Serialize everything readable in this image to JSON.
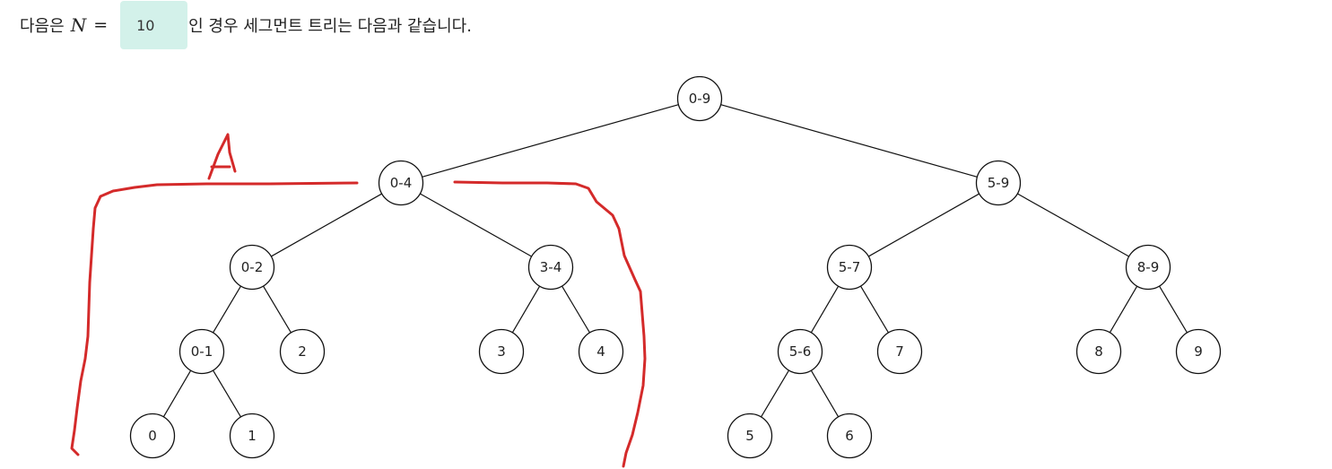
{
  "intro": {
    "before": "다음은",
    "var": "N",
    "eq": "=",
    "n_value": "10",
    "after": "인 경우 세그먼트 트리는 다음과 같습니다."
  },
  "annotation": {
    "letter": "A",
    "stroke_color": "#d42a2a"
  },
  "tree": {
    "nodes": [
      {
        "id": "0-9",
        "label": "0-9"
      },
      {
        "id": "0-4",
        "label": "0-4"
      },
      {
        "id": "5-9",
        "label": "5-9"
      },
      {
        "id": "0-2",
        "label": "0-2"
      },
      {
        "id": "3-4",
        "label": "3-4"
      },
      {
        "id": "5-7",
        "label": "5-7"
      },
      {
        "id": "8-9",
        "label": "8-9"
      },
      {
        "id": "0-1",
        "label": "0-1"
      },
      {
        "id": "2",
        "label": "2"
      },
      {
        "id": "3",
        "label": "3"
      },
      {
        "id": "4",
        "label": "4"
      },
      {
        "id": "5-6",
        "label": "5-6"
      },
      {
        "id": "7",
        "label": "7"
      },
      {
        "id": "8",
        "label": "8"
      },
      {
        "id": "9",
        "label": "9"
      },
      {
        "id": "0",
        "label": "0"
      },
      {
        "id": "1",
        "label": "1"
      },
      {
        "id": "5",
        "label": "5"
      },
      {
        "id": "6",
        "label": "6"
      }
    ],
    "edges": [
      [
        "0-9",
        "0-4"
      ],
      [
        "0-9",
        "5-9"
      ],
      [
        "0-4",
        "0-2"
      ],
      [
        "0-4",
        "3-4"
      ],
      [
        "5-9",
        "5-7"
      ],
      [
        "5-9",
        "8-9"
      ],
      [
        "0-2",
        "0-1"
      ],
      [
        "0-2",
        "2"
      ],
      [
        "3-4",
        "3"
      ],
      [
        "3-4",
        "4"
      ],
      [
        "5-7",
        "5-6"
      ],
      [
        "5-7",
        "7"
      ],
      [
        "8-9",
        "8"
      ],
      [
        "8-9",
        "9"
      ],
      [
        "0-1",
        "0"
      ],
      [
        "0-1",
        "1"
      ],
      [
        "5-6",
        "5"
      ],
      [
        "5-6",
        "6"
      ]
    ]
  }
}
